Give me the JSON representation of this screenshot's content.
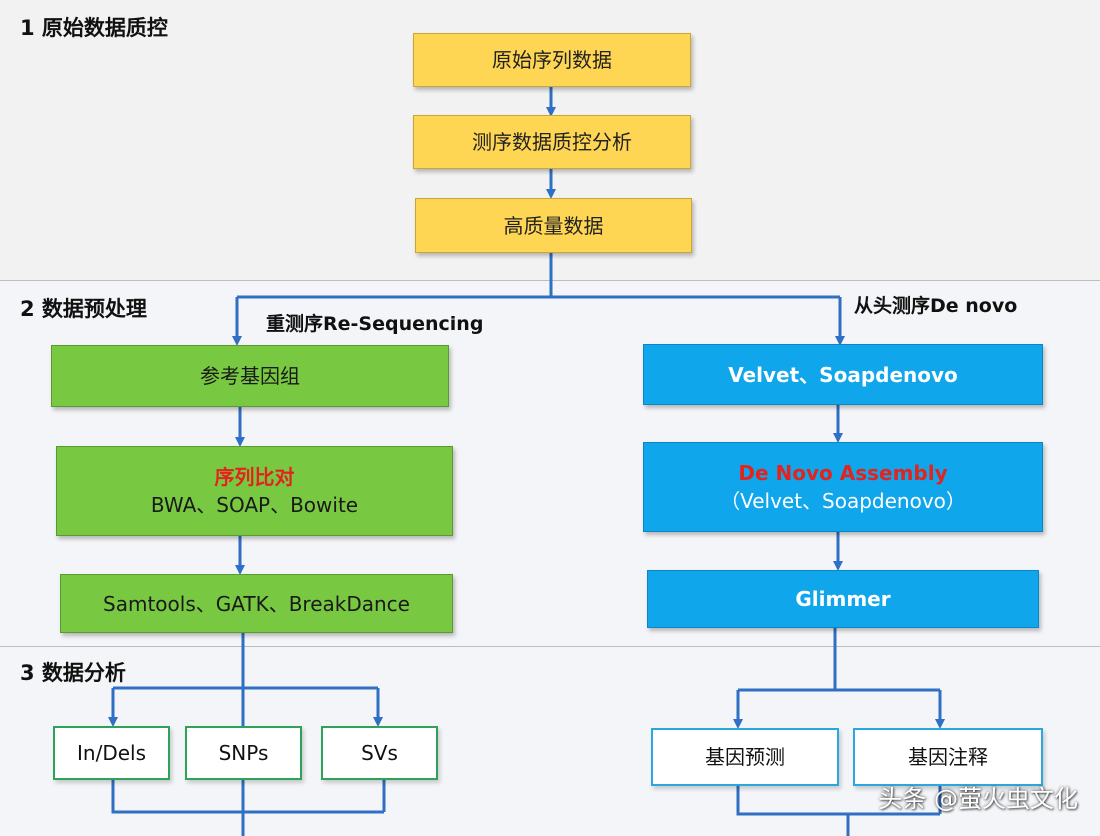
{
  "sections": {
    "s1": "1 原始数据质控",
    "s2": "2  数据预处理",
    "s3": "3  数据分析"
  },
  "branches": {
    "left": "重测序Re-Sequencing",
    "right": "从头测序De novo"
  },
  "qc": {
    "raw": "原始序列数据",
    "analysis": "测序数据质控分析",
    "hq": "高质量数据"
  },
  "reseq": {
    "ref": "参考基因组",
    "align_title": "序列比对",
    "align_tools": "BWA、SOAP、Bowite",
    "tools": "Samtools、GATK、BreakDance"
  },
  "denovo": {
    "assemblers": "Velvet、Soapdenovo",
    "assembly_title": "De Novo Assembly",
    "assembly_tools": "（Velvet、Soapdenovo）",
    "glimmer": "Glimmer"
  },
  "analysis": {
    "indels": "In/Dels",
    "snps": "SNPs",
    "svs": "SVs",
    "prediction": "基因预测",
    "annotation": "基因注释"
  },
  "watermark": "头条 @萤火虫文化",
  "colors": {
    "yellow": "#ffd653",
    "green": "#78c842",
    "blue": "#0fa6ec",
    "arrow": "#2f6fc4",
    "red_text": "#e3231e"
  }
}
